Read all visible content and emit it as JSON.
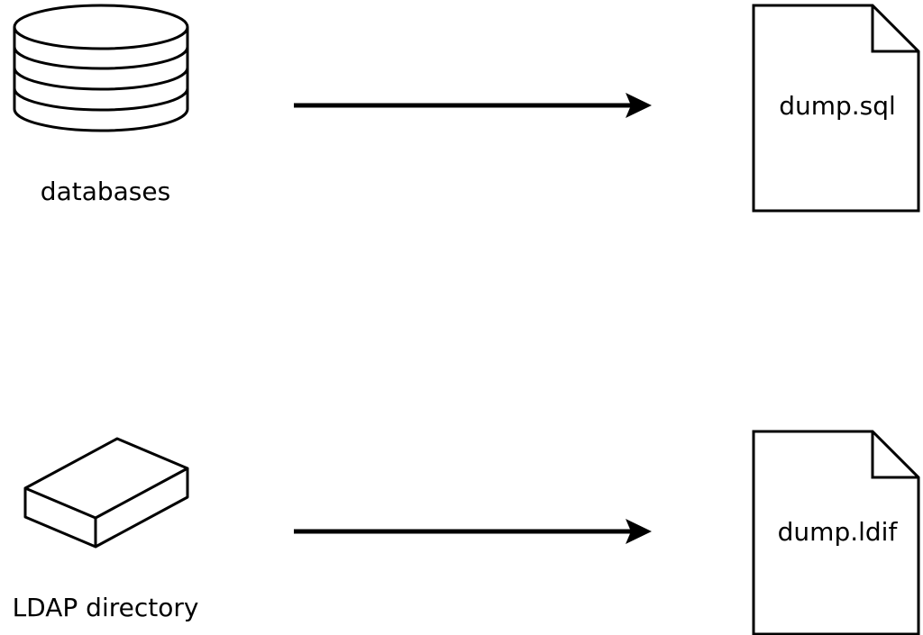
{
  "diagram": {
    "description": "Two source-to-file export flows",
    "rows": [
      {
        "source": {
          "icon": "database-cylinder-icon",
          "label": "databases"
        },
        "connector": {
          "icon": "arrow-right-icon",
          "type": "arrow-right"
        },
        "target": {
          "icon": "document-icon",
          "label": "dump.sql"
        }
      },
      {
        "source": {
          "icon": "box-3d-icon",
          "label": "LDAP directory"
        },
        "connector": {
          "icon": "arrow-right-icon",
          "type": "arrow-right"
        },
        "target": {
          "icon": "document-icon",
          "label": "dump.ldif"
        }
      }
    ]
  },
  "colors": {
    "stroke": "#000000",
    "background": "#ffffff"
  }
}
